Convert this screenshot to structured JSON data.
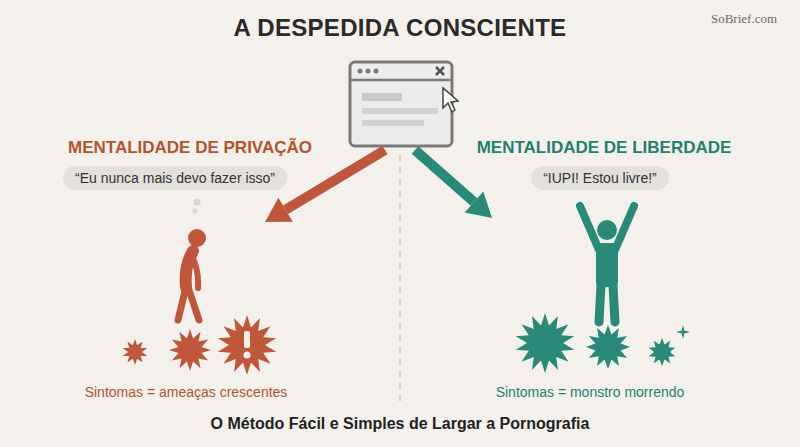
{
  "diagram": {
    "title": "A DESPEDIDA CONSCIENTE",
    "caption": "O Método Fácil e Simples de Largar a Pornografia",
    "nodes": [
      {
        "text": [
          "“Eu nunca mais devo fazer isso”"
        ]
      },
      {
        "text": [
          "“IUPI! Estou livre!”"
        ]
      }
    ],
    "labels": [
      "SoBrief.com",
      "MENTALIDADE DE PRIVAÇÃO",
      "MENTALIDADE DE LIBERDADE",
      "Sintomas = ameaças crescentes",
      "Sintomas = monstro morrendo"
    ]
  }
}
